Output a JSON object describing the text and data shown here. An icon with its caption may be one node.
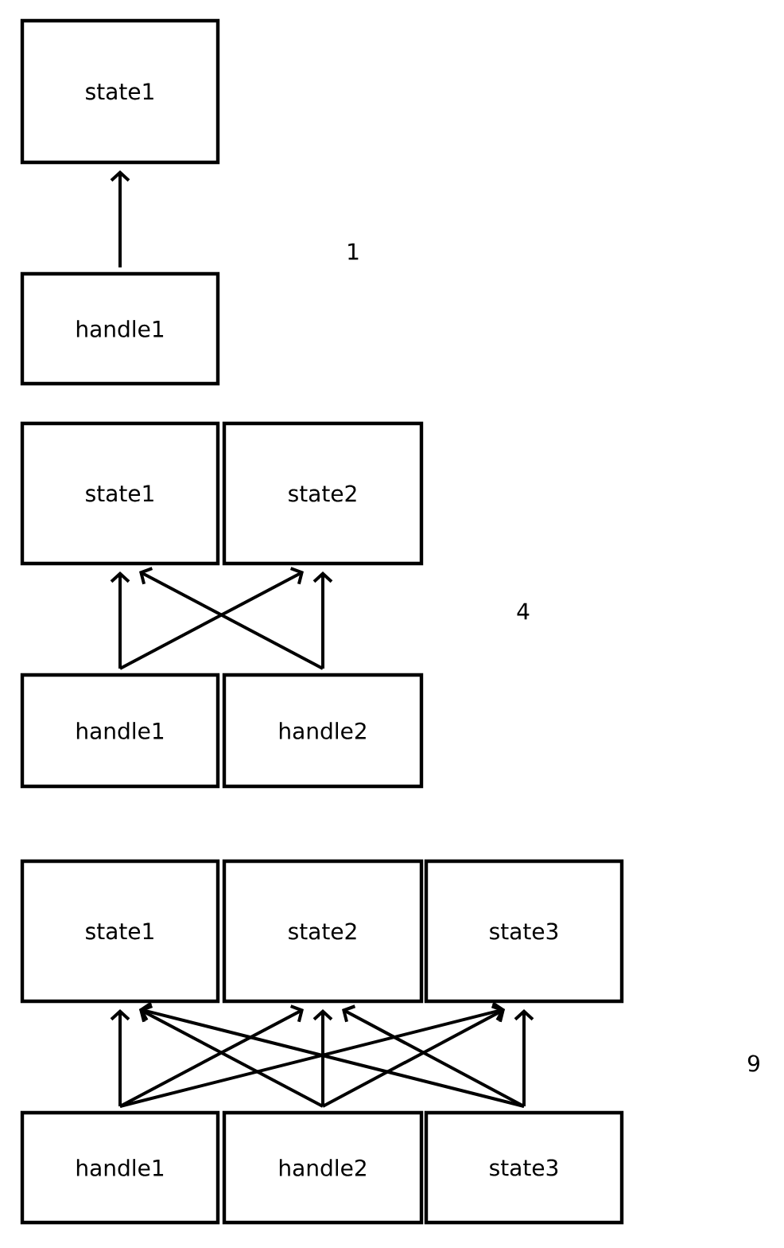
{
  "diagram": {
    "nodes": [
      {
        "text": [
          "state1"
        ]
      },
      {
        "text": [
          "handle1"
        ]
      },
      {
        "text": [
          "state1"
        ]
      },
      {
        "text": [
          "state2"
        ]
      },
      {
        "text": [
          "handle1"
        ]
      },
      {
        "text": [
          "handle2"
        ]
      },
      {
        "text": [
          "state1"
        ]
      },
      {
        "text": [
          "state2"
        ]
      },
      {
        "text": [
          "state3"
        ]
      },
      {
        "text": [
          "handle1"
        ]
      },
      {
        "text": [
          "handle2"
        ]
      },
      {
        "text": [
          "state3"
        ]
      }
    ],
    "edges": [
      {
        "from": 1,
        "to": 0,
        "arrow": "to"
      },
      {
        "from": 4,
        "to": 2,
        "arrow": "to"
      },
      {
        "from": 4,
        "to": 3,
        "arrow": "to"
      },
      {
        "from": 5,
        "to": 2,
        "arrow": "to"
      },
      {
        "from": 5,
        "to": 3,
        "arrow": "to"
      },
      {
        "from": 9,
        "to": 6,
        "arrow": "to"
      },
      {
        "from": 9,
        "to": 7,
        "arrow": "to"
      },
      {
        "from": 9,
        "to": 8,
        "arrow": "to"
      },
      {
        "from": 10,
        "to": 6,
        "arrow": "to"
      },
      {
        "from": 10,
        "to": 7,
        "arrow": "to"
      },
      {
        "from": 10,
        "to": 8,
        "arrow": "to"
      },
      {
        "from": 11,
        "to": 6,
        "arrow": "to"
      },
      {
        "from": 11,
        "to": 7,
        "arrow": "to"
      },
      {
        "from": 11,
        "to": 8,
        "arrow": "to"
      }
    ],
    "labels": [
      "1",
      "4",
      "9"
    ]
  }
}
